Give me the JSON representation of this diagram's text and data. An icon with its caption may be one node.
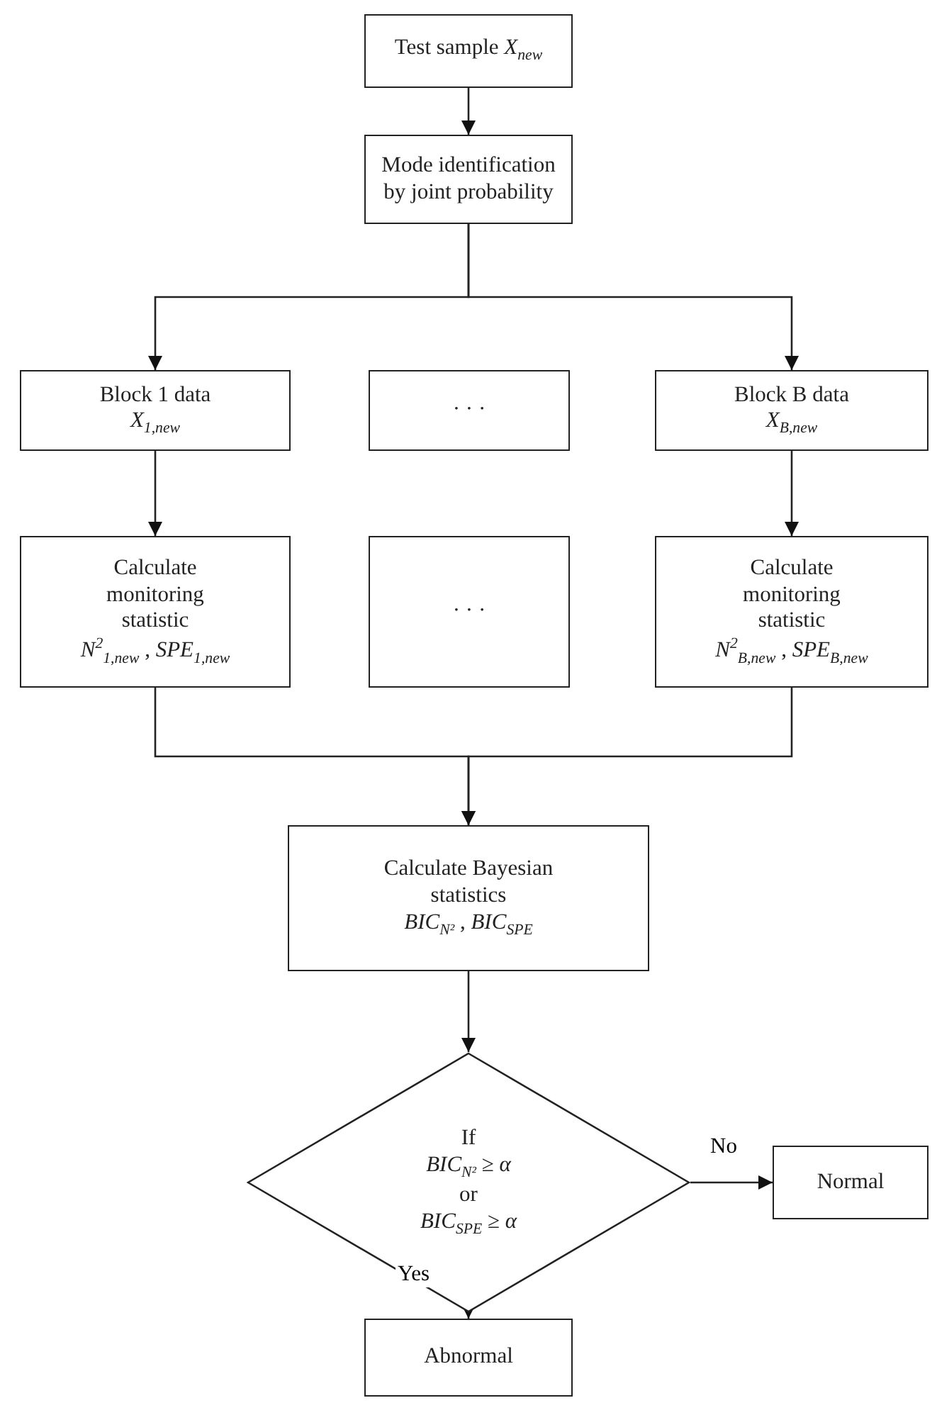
{
  "diagram": {
    "nodes": [
      {
        "text": [
          "Test sample *X*$_{new}$"
        ]
      },
      {
        "text": [
          "Mode identification by joint probability"
        ]
      },
      {
        "text": [
          "Block 1 data",
          "*X*$_{1,new}$"
        ]
      },
      {
        "text": [
          "· · ·"
        ]
      },
      {
        "text": [
          "Block B data",
          "*X*$_{B,new}$"
        ]
      },
      {
        "text": [
          "Calculate monitoring statistic",
          "*N*$^{2}$$_{1,new}$ , *SPE*$_{1,new}$"
        ]
      },
      {
        "text": [
          "· · ·"
        ]
      },
      {
        "text": [
          "Calculate monitoring statistic",
          "*N*$^{2}$$_{B,new}$ , *SPE*$_{B,new}$"
        ]
      },
      {
        "text": [
          "Calculate Bayesian statistics",
          "*BIC*$_{N²}$ , *BIC*$_{SPE}$"
        ]
      },
      {
        "text": [
          "If",
          "*BIC*$_{N²}$ ≥ *α*",
          "or",
          "*BIC*$_{SPE}$ ≥ *α*"
        ]
      },
      {
        "text": [
          "Normal"
        ]
      },
      {
        "text": [
          "Abnormal"
        ]
      }
    ],
    "edges": [
      {
        "from": 0,
        "to": 1,
        "arrow": "to"
      },
      {
        "from": 1,
        "to": 2,
        "arrow": "to"
      },
      {
        "from": 1,
        "to": 4,
        "arrow": "to"
      },
      {
        "from": 2,
        "to": 5,
        "arrow": "to"
      },
      {
        "from": 4,
        "to": 7,
        "arrow": "to"
      },
      {
        "from": 5,
        "to": 8,
        "arrow": "to"
      },
      {
        "from": 7,
        "to": 8,
        "arrow": "to"
      },
      {
        "from": 8,
        "to": 9,
        "arrow": "to"
      },
      {
        "from": 9,
        "to": 10,
        "label": "No",
        "arrow": "to"
      },
      {
        "from": 9,
        "to": 11,
        "label": "Yes",
        "arrow": "to"
      }
    ]
  }
}
